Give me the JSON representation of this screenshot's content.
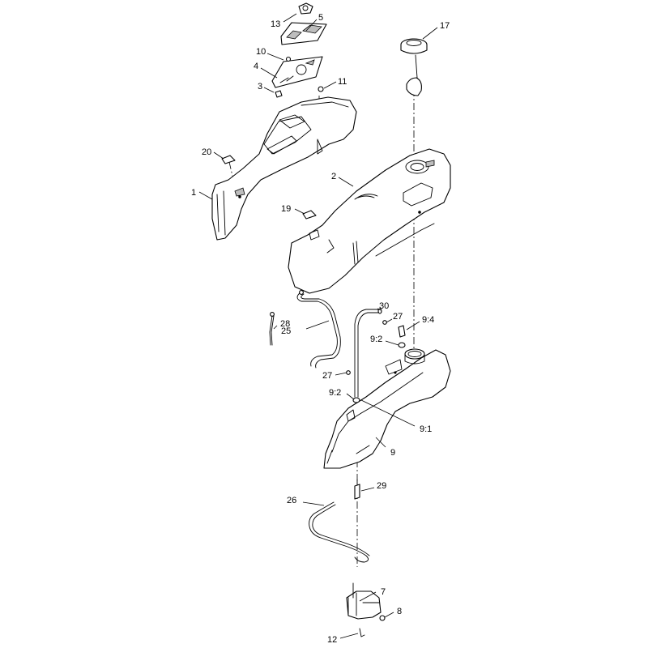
{
  "callouts": [
    {
      "id": "c13",
      "text": "13"
    },
    {
      "id": "c5",
      "text": "5"
    },
    {
      "id": "c17",
      "text": "17"
    },
    {
      "id": "c10",
      "text": "10"
    },
    {
      "id": "c4",
      "text": "4"
    },
    {
      "id": "c3",
      "text": "3"
    },
    {
      "id": "c11",
      "text": "11"
    },
    {
      "id": "c20",
      "text": "20"
    },
    {
      "id": "c2",
      "text": "2"
    },
    {
      "id": "c1",
      "text": "1"
    },
    {
      "id": "c19",
      "text": "19"
    },
    {
      "id": "c30",
      "text": "30"
    },
    {
      "id": "c27a",
      "text": "27"
    },
    {
      "id": "c9_4",
      "text": "9:4"
    },
    {
      "id": "c28",
      "text": "28"
    },
    {
      "id": "c25",
      "text": "25"
    },
    {
      "id": "c9_2a",
      "text": "9:2"
    },
    {
      "id": "c27b",
      "text": "27"
    },
    {
      "id": "c9_2b",
      "text": "9:2"
    },
    {
      "id": "c9_1",
      "text": "9:1"
    },
    {
      "id": "c9",
      "text": "9"
    },
    {
      "id": "c29",
      "text": "29"
    },
    {
      "id": "c26",
      "text": "26"
    },
    {
      "id": "c7",
      "text": "7"
    },
    {
      "id": "c8",
      "text": "8"
    },
    {
      "id": "c12",
      "text": "12"
    }
  ]
}
